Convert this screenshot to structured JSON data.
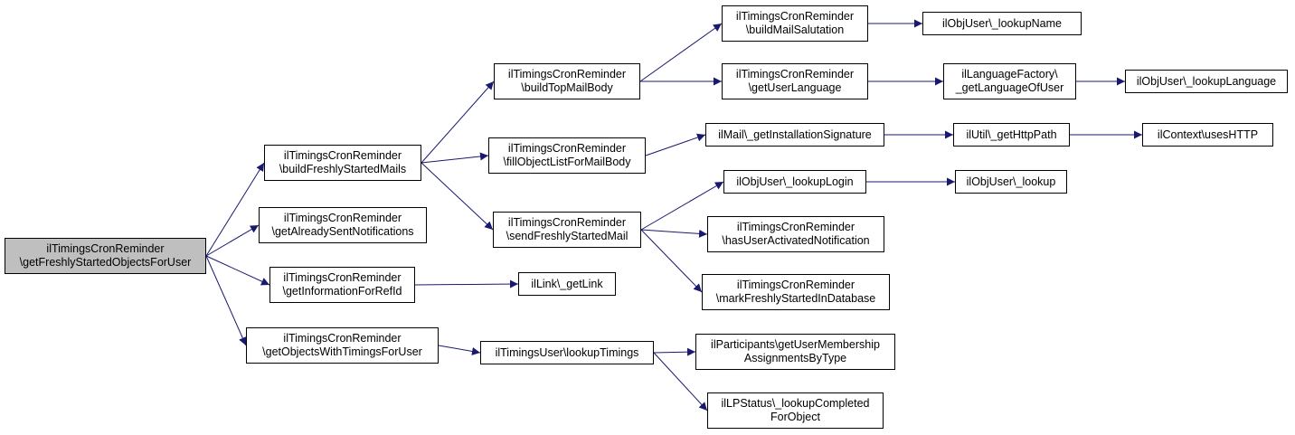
{
  "graph": {
    "edge_color": "#191970",
    "nodes": [
      {
        "id": "root",
        "lines": [
          "ilTimingsCronReminder",
          "\\getFreshlyStartedObjectsForUser"
        ],
        "highlight": true
      },
      {
        "id": "buildFreshlyStartedMails",
        "lines": [
          "ilTimingsCronReminder",
          "\\buildFreshlyStartedMails"
        ]
      },
      {
        "id": "getAlreadySentNotifications",
        "lines": [
          "ilTimingsCronReminder",
          "\\getAlreadySentNotifications"
        ]
      },
      {
        "id": "getInformationForRefId",
        "lines": [
          "ilTimingsCronReminder",
          "\\getInformationForRefId"
        ]
      },
      {
        "id": "getObjectsWithTimingsForUser",
        "lines": [
          "ilTimingsCronReminder",
          "\\getObjectsWithTimingsForUser"
        ]
      },
      {
        "id": "buildTopMailBody",
        "lines": [
          "ilTimingsCronReminder",
          "\\buildTopMailBody"
        ]
      },
      {
        "id": "fillObjectListForMailBody",
        "lines": [
          "ilTimingsCronReminder",
          "\\fillObjectListForMailBody"
        ]
      },
      {
        "id": "sendFreshlyStartedMail",
        "lines": [
          "ilTimingsCronReminder",
          "\\sendFreshlyStartedMail"
        ]
      },
      {
        "id": "getLink",
        "lines": [
          "ilLink\\_getLink"
        ]
      },
      {
        "id": "lookupTimings",
        "lines": [
          "ilTimingsUser\\lookupTimings"
        ]
      },
      {
        "id": "buildMailSalutation",
        "lines": [
          "ilTimingsCronReminder",
          "\\buildMailSalutation"
        ]
      },
      {
        "id": "getUserLanguage",
        "lines": [
          "ilTimingsCronReminder",
          "\\getUserLanguage"
        ]
      },
      {
        "id": "getInstallationSignature",
        "lines": [
          "ilMail\\_getInstallationSignature"
        ]
      },
      {
        "id": "lookupLogin",
        "lines": [
          "ilObjUser\\_lookupLogin"
        ]
      },
      {
        "id": "hasUserActivatedNotification",
        "lines": [
          "ilTimingsCronReminder",
          "\\hasUserActivatedNotification"
        ]
      },
      {
        "id": "markFreshlyStartedInDatabase",
        "lines": [
          "ilTimingsCronReminder",
          "\\markFreshlyStartedInDatabase"
        ]
      },
      {
        "id": "getUserMembershipAssignmentsByType",
        "lines": [
          "ilParticipants\\getUserMembership",
          "AssignmentsByType"
        ]
      },
      {
        "id": "lookupCompletedForObject",
        "lines": [
          "ilLPStatus\\_lookupCompleted",
          "ForObject"
        ]
      },
      {
        "id": "lookupName",
        "lines": [
          "ilObjUser\\_lookupName"
        ]
      },
      {
        "id": "getLanguageOfUser",
        "lines": [
          "ilLanguageFactory\\",
          "_getLanguageOfUser"
        ]
      },
      {
        "id": "getHttpPath",
        "lines": [
          "ilUtil\\_getHttpPath"
        ]
      },
      {
        "id": "lookup",
        "lines": [
          "ilObjUser\\_lookup"
        ]
      },
      {
        "id": "lookupLanguage",
        "lines": [
          "ilObjUser\\_lookupLanguage"
        ]
      },
      {
        "id": "usesHTTP",
        "lines": [
          "ilContext\\usesHTTP"
        ]
      }
    ],
    "edges": [
      [
        "root",
        "buildFreshlyStartedMails"
      ],
      [
        "root",
        "getAlreadySentNotifications"
      ],
      [
        "root",
        "getInformationForRefId"
      ],
      [
        "root",
        "getObjectsWithTimingsForUser"
      ],
      [
        "buildFreshlyStartedMails",
        "buildTopMailBody"
      ],
      [
        "buildFreshlyStartedMails",
        "fillObjectListForMailBody"
      ],
      [
        "buildFreshlyStartedMails",
        "sendFreshlyStartedMail"
      ],
      [
        "getInformationForRefId",
        "getLink"
      ],
      [
        "getObjectsWithTimingsForUser",
        "lookupTimings"
      ],
      [
        "buildTopMailBody",
        "buildMailSalutation"
      ],
      [
        "buildTopMailBody",
        "getUserLanguage"
      ],
      [
        "fillObjectListForMailBody",
        "getInstallationSignature"
      ],
      [
        "sendFreshlyStartedMail",
        "lookupLogin"
      ],
      [
        "sendFreshlyStartedMail",
        "hasUserActivatedNotification"
      ],
      [
        "sendFreshlyStartedMail",
        "markFreshlyStartedInDatabase"
      ],
      [
        "lookupTimings",
        "getUserMembershipAssignmentsByType"
      ],
      [
        "lookupTimings",
        "lookupCompletedForObject"
      ],
      [
        "buildMailSalutation",
        "lookupName"
      ],
      [
        "getUserLanguage",
        "getLanguageOfUser"
      ],
      [
        "getInstallationSignature",
        "getHttpPath"
      ],
      [
        "lookupLogin",
        "lookup"
      ],
      [
        "getLanguageOfUser",
        "lookupLanguage"
      ],
      [
        "getHttpPath",
        "usesHTTP"
      ]
    ]
  }
}
